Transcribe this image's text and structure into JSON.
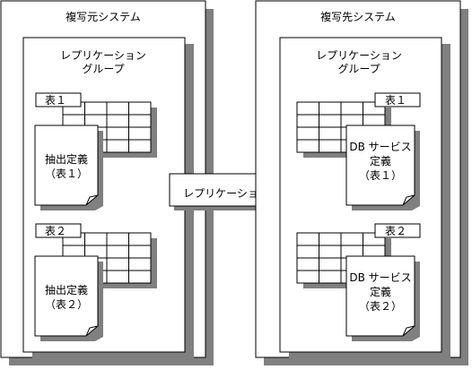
{
  "source_system": {
    "title": "複写元システム",
    "group_label_line1": "レプリケーション",
    "group_label_line2": "グループ",
    "tables": [
      {
        "tag": "表１",
        "def_line1": "抽出定義",
        "def_line2": "（表１）"
      },
      {
        "tag": "表２",
        "def_line1": "抽出定義",
        "def_line2": "（表２）"
      }
    ]
  },
  "target_system": {
    "title": "複写先システム",
    "group_label_line1": "レプリケーション",
    "group_label_line2": "グループ",
    "tables": [
      {
        "tag": "表１",
        "def_line1": "DB サービス",
        "def_line2": "定義",
        "def_line3": "（表１）"
      },
      {
        "tag": "表２",
        "def_line1": "DB サービス",
        "def_line2": "定義",
        "def_line3": "（表２）"
      }
    ]
  },
  "arrow": {
    "label": "レプリケーション"
  }
}
